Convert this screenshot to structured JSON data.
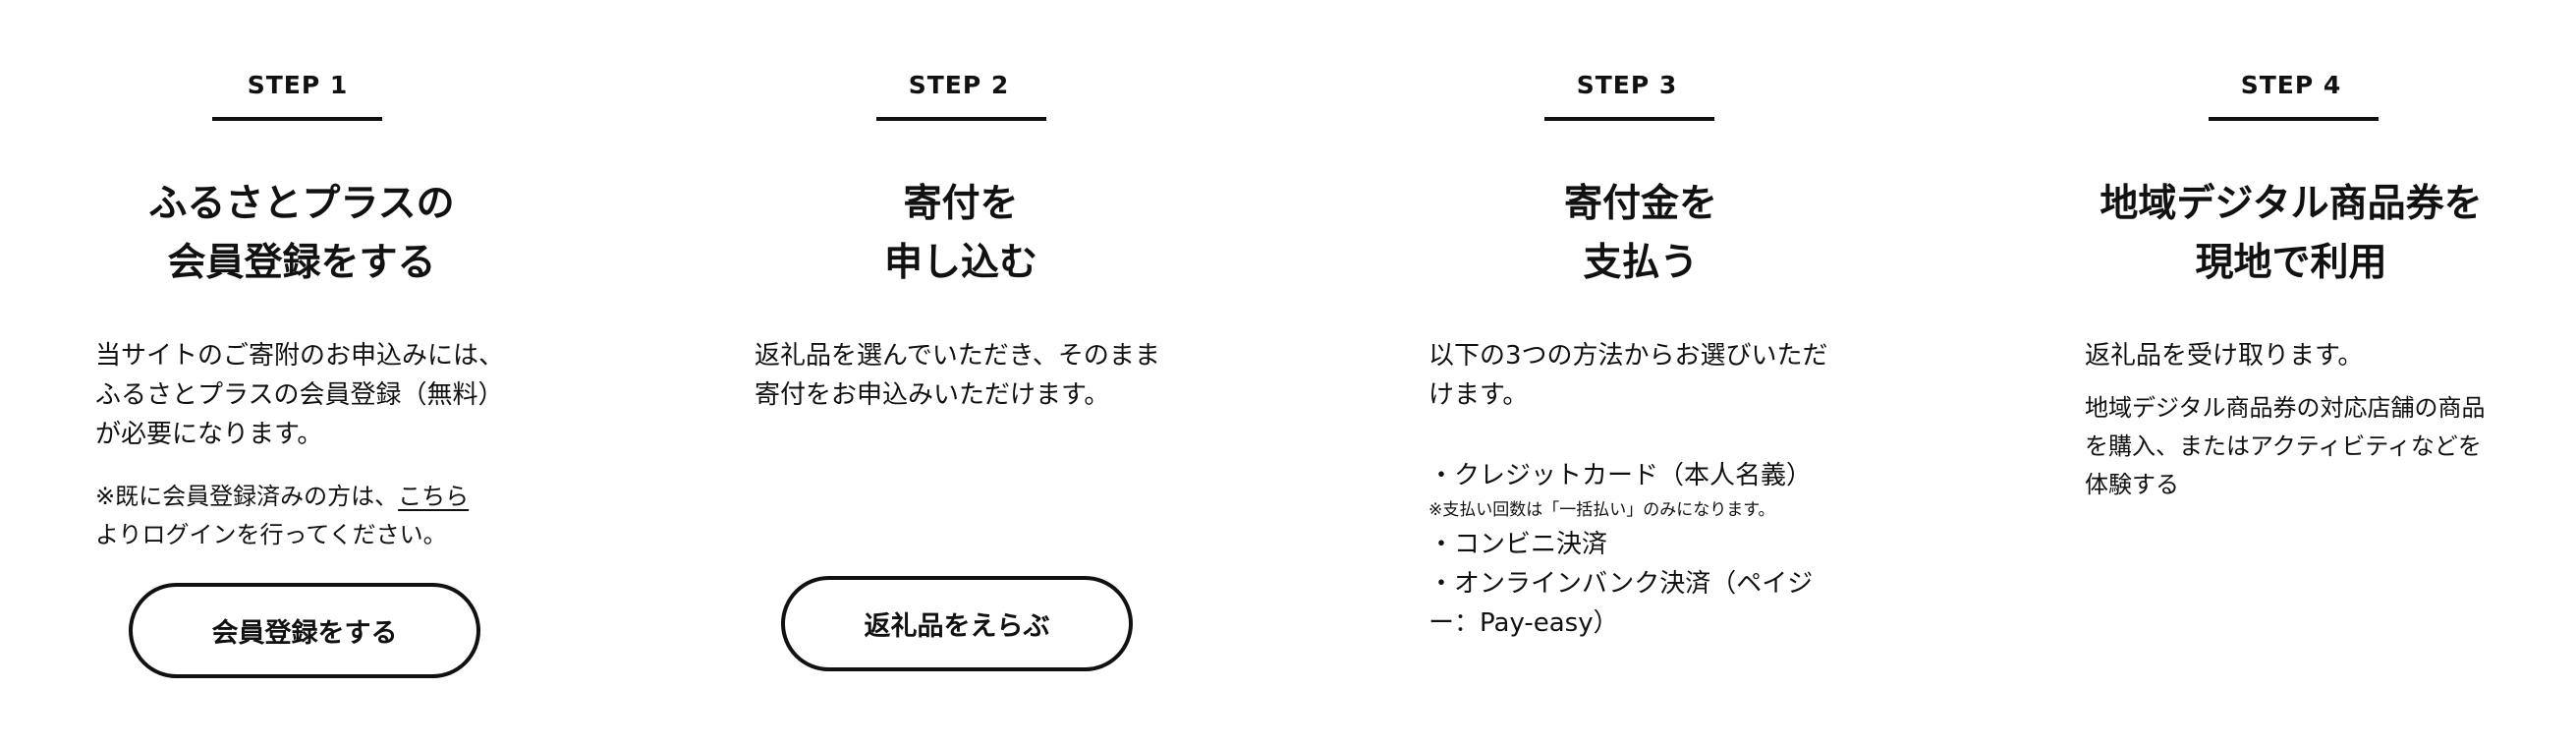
{
  "steps": [
    {
      "label": "STEP 1",
      "title_lines": [
        "ふるさとプラスの",
        "会員登録をする"
      ],
      "body": [
        "当サイトのご寄附のお申込みには、ふるさとプラスの会員登録（無料）が必要になります。"
      ],
      "note_prefix": "※既に会員登録済みの方は、",
      "note_link": "こちら",
      "note_suffix": "よりログインを行ってください。",
      "button": "会員登録をする"
    },
    {
      "label": "STEP 2",
      "title_lines": [
        "寄付を",
        "申し込む"
      ],
      "body": [
        "返礼品を選んでいただき、そのまま寄付をお申込みいただけます。"
      ],
      "button": "返礼品をえらぶ"
    },
    {
      "label": "STEP 3",
      "title_lines": [
        "寄付金を",
        "支払う"
      ],
      "body": [
        "以下の3つの方法からお選びいただけます。"
      ],
      "methods": [
        "・クレジットカード（本人名義）",
        "※支払い回数は「一括払い」のみになります。",
        "・コンビニ決済",
        "・オンラインバンク決済（ペイジー：Pay-easy）"
      ]
    },
    {
      "label": "STEP 4",
      "title_lines": [
        "地域デジタル商品券を",
        "現地で利用"
      ],
      "body": [
        "返礼品を受け取ります。",
        "地域デジタル商品券の対応店舗の商品を購入、またはアクティビティなどを体験する"
      ]
    }
  ]
}
